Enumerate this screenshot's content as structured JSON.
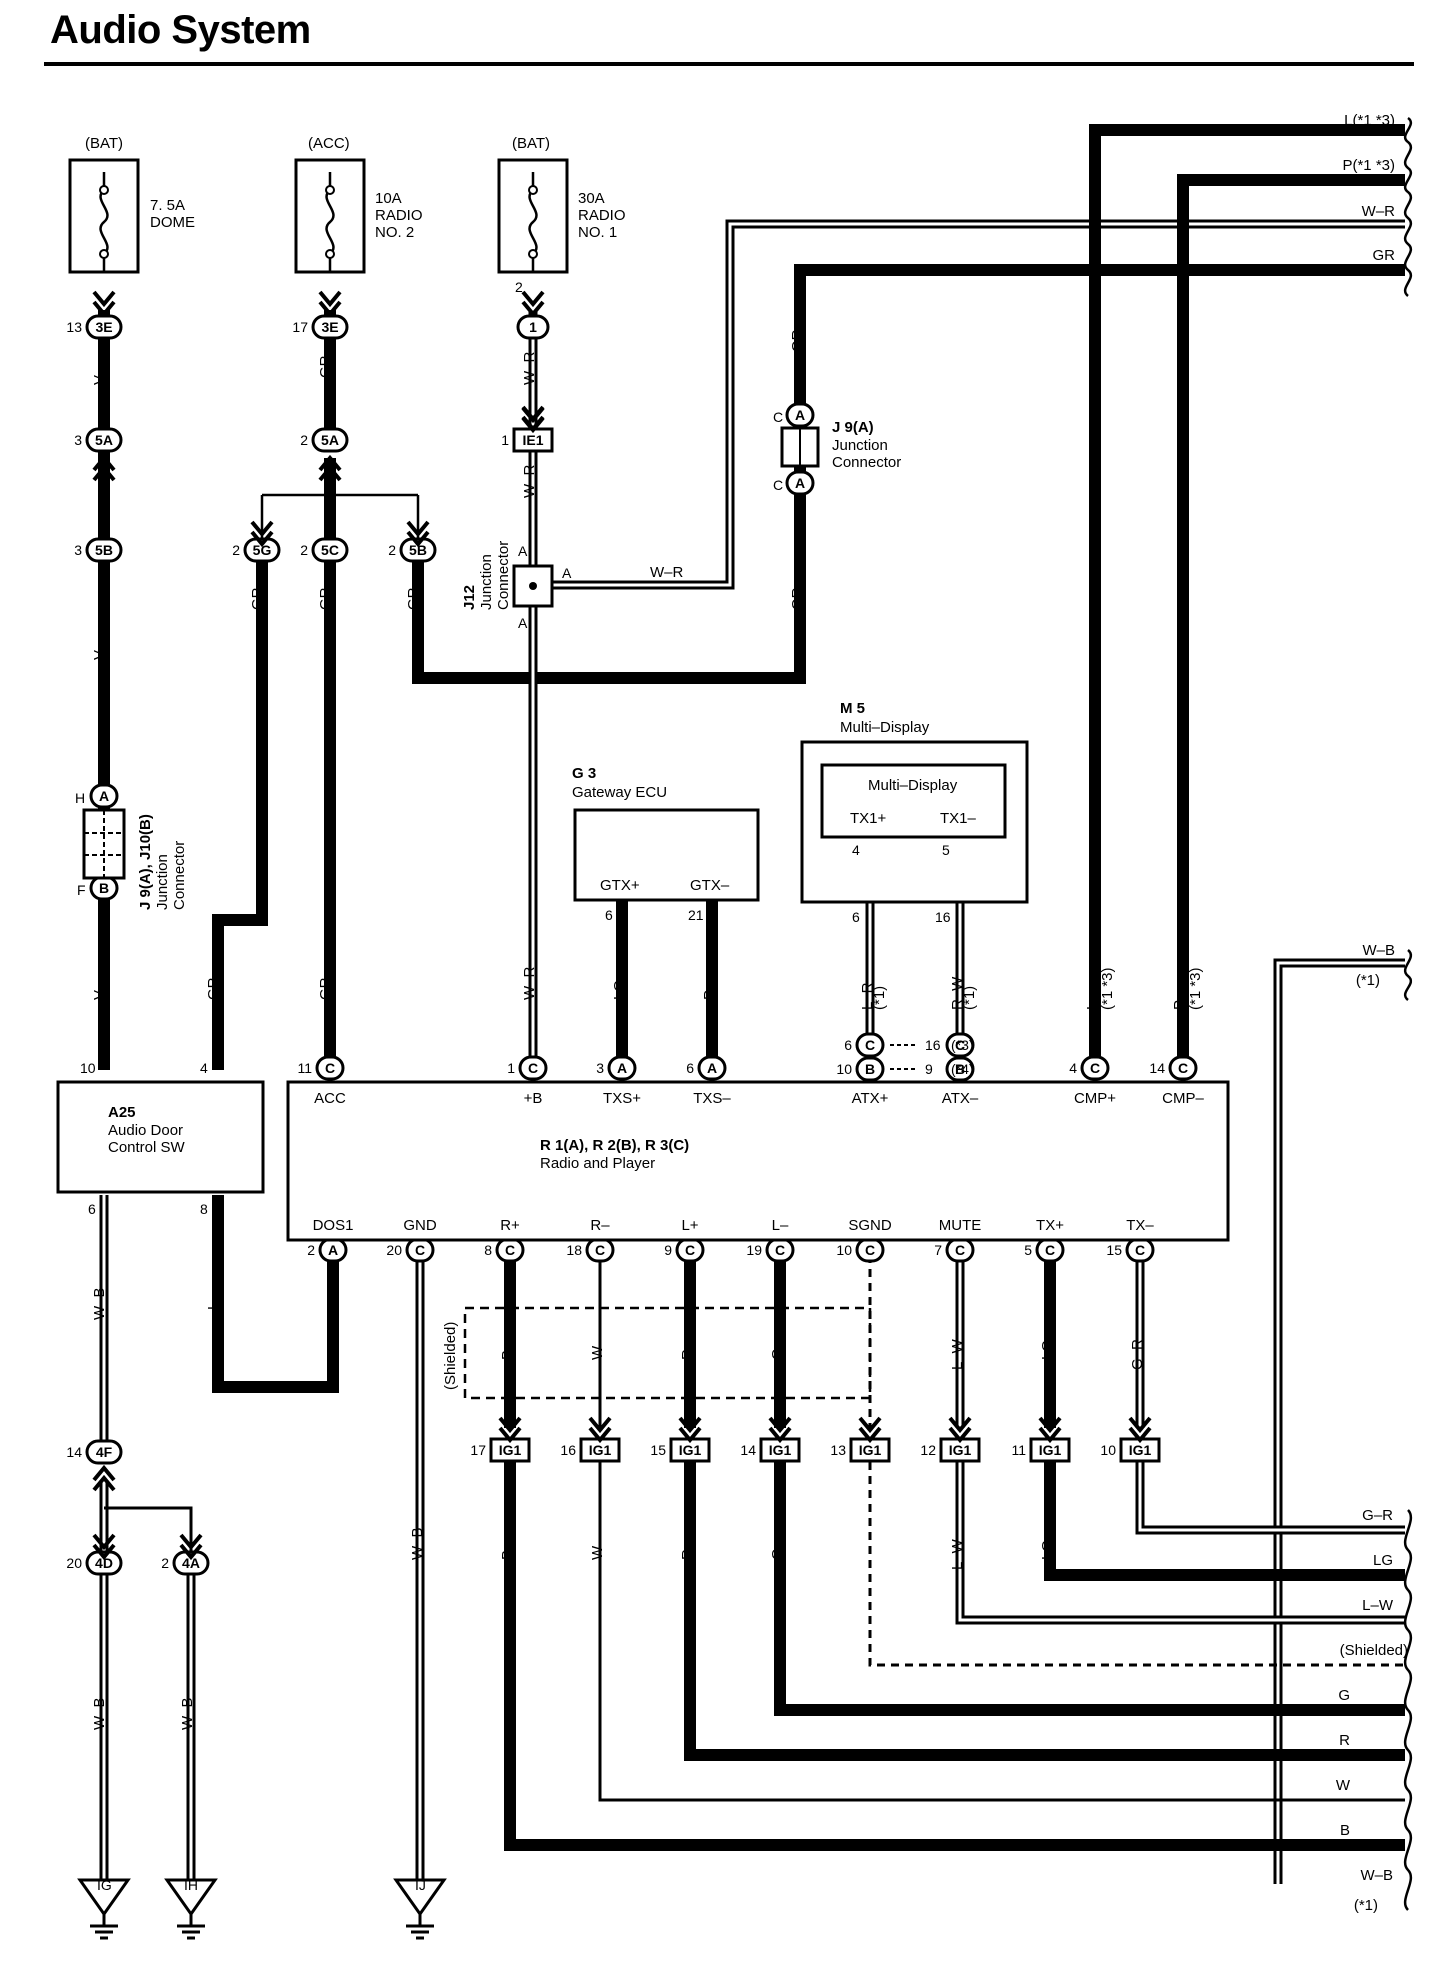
{
  "title": "Audio System",
  "fuses": [
    {
      "source": "(BAT)",
      "rating": "7. 5A",
      "name1": "DOME",
      "name2": ""
    },
    {
      "source": "(ACC)",
      "rating": "10A",
      "name1": "RADIO",
      "name2": "NO. 2"
    },
    {
      "source": "(BAT)",
      "rating": "30A",
      "name1": "RADIO",
      "name2": "NO. 1"
    }
  ],
  "components": {
    "radio": {
      "id": "R 1(A), R 2(B), R 3(C)",
      "name": "Radio and Player",
      "top_pins": [
        "ACC",
        "+B",
        "TXS+",
        "TXS–",
        "ATX+",
        "ATX–",
        "CMP+",
        "CMP–"
      ],
      "bottom_pins": [
        "DOS1",
        "GND",
        "R+",
        "R–",
        "L+",
        "L–",
        "SGND",
        "MUTE",
        "TX+",
        "TX–"
      ]
    },
    "a25": {
      "id": "A25",
      "line1": "Audio Door",
      "line2": "Control SW"
    },
    "g3": {
      "id": "G 3",
      "name": "Gateway ECU",
      "pin1": "GTX+",
      "pin2": "GTX–"
    },
    "m5": {
      "id": "M 5",
      "name": "Multi–Display",
      "inner": "Multi–Display",
      "pin1": "TX1+",
      "pin2": "TX1–"
    },
    "j9a": {
      "id": "J 9(A)",
      "line1": "Junction",
      "line2": "Connector"
    },
    "j9j10": {
      "id": "J 9(A), J10(B)",
      "line1": "Junction",
      "line2": "Connector"
    },
    "j12": {
      "id": "J12",
      "line1": "Junction",
      "line2": "Connector"
    }
  },
  "right_top": [
    "L(*1 *3)",
    "P(*1 *3)",
    "W–R",
    "GR"
  ],
  "right_mid": {
    "wire": "W–B",
    "note": "(*1)"
  },
  "right_bottom": [
    "G–R",
    "LG",
    "L–W",
    "(Shielded)",
    "G",
    "R",
    "W",
    "B",
    "W–B"
  ],
  "right_bottom_note": "(*1)",
  "grounds": [
    "IG",
    "IH",
    "IJ"
  ],
  "shielded": "(Shielded)"
}
